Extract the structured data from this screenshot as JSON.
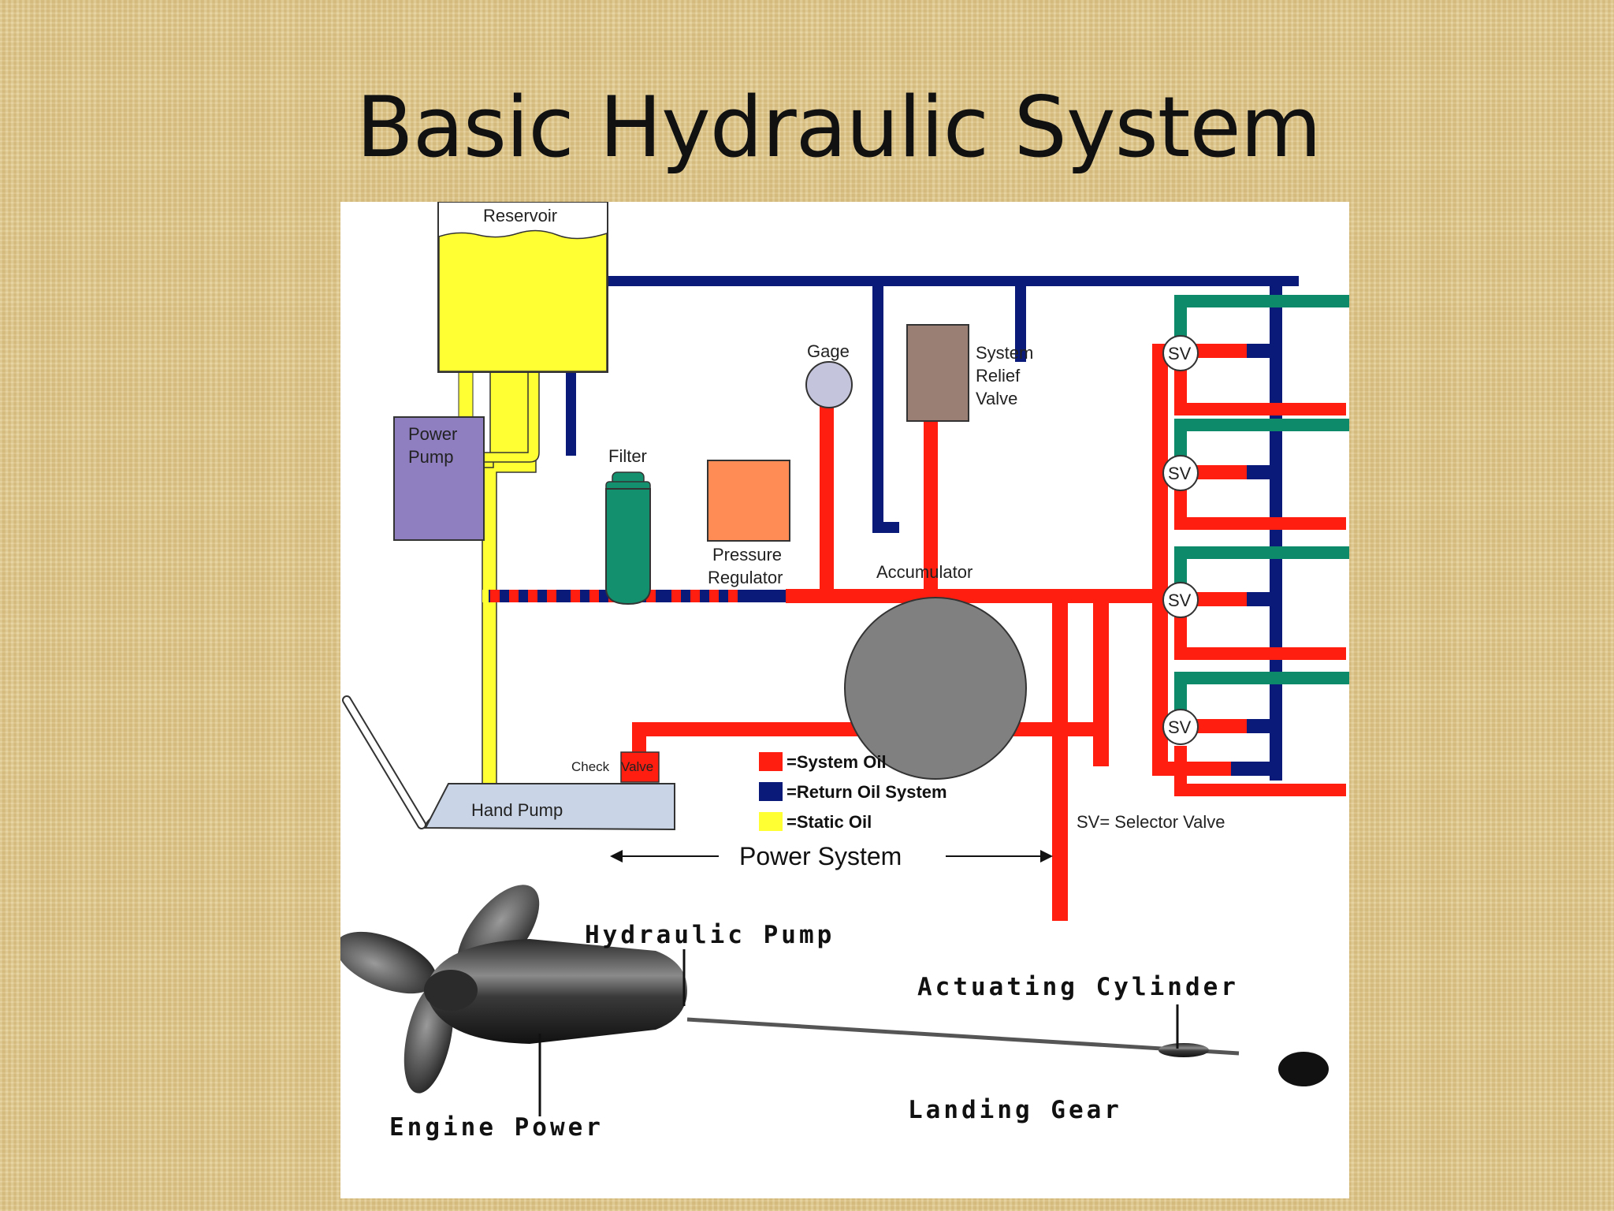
{
  "title": "Basic Hydraulic System",
  "labels": {
    "reservoir": "Reservoir",
    "power_pump_1": "Power",
    "power_pump_2": "Pump",
    "filter": "Filter",
    "pressure_regulator_1": "Pressure",
    "pressure_regulator_2": "Regulator",
    "gage": "Gage",
    "relief_1": "System",
    "relief_2": "Relief",
    "relief_3": "Valve",
    "accumulator": "Accumulator",
    "check": "Check",
    "valve": "Valve",
    "hand_pump": "Hand Pump",
    "selector": "SV",
    "sv_note": "SV= Selector Valve",
    "power_system": "Power System"
  },
  "legend": [
    {
      "label": "=System Oil",
      "color": "#ff1e10"
    },
    {
      "label": "=Return Oil System",
      "color": "#0a1a78"
    },
    {
      "label": "=Static Oil",
      "color": "#ffff33"
    }
  ],
  "bottom": {
    "hydraulic_pump": "Hydraulic Pump",
    "actuating_cylinder": "Actuating Cylinder",
    "engine_power": "Engine Power",
    "landing_gear": "Landing Gear"
  },
  "colors": {
    "system_oil": "#ff1e10",
    "return_oil": "#0a1a78",
    "static_oil": "#ffff33",
    "branch_line": "#0c8a6a",
    "power_pump": "#8f7fc0",
    "filter": "#13906e",
    "regulator": "#ff8c55",
    "relief_valve": "#9a7f74",
    "accumulator": "#808080",
    "gage": "#c4c4dc",
    "hand_pump": "#c9d4e6"
  }
}
